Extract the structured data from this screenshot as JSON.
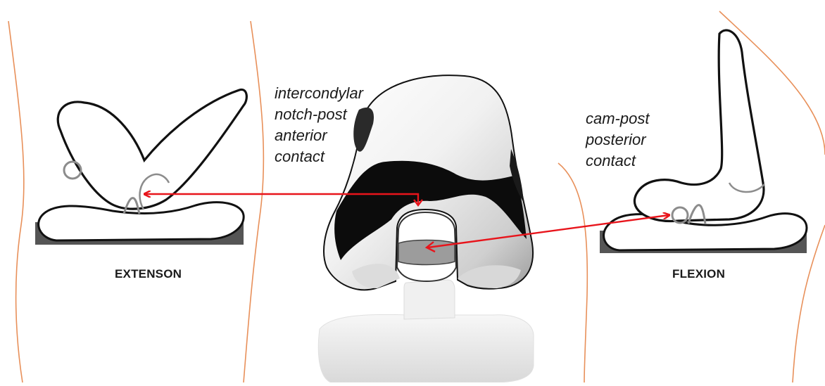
{
  "labels": {
    "notch_note": [
      "intercondylar",
      "notch-post",
      "anterior",
      "contact"
    ],
    "cam_note": [
      "cam-post",
      "posterior",
      "contact"
    ],
    "extension_caption": "EXTENSON",
    "flexion_caption": "FLEXION"
  },
  "colors": {
    "leg_outline": "#e8905a",
    "arrow": "#e8141b",
    "drawing_line": "#111111",
    "gray_detail": "#8c8c8c",
    "base_block": "#555555"
  }
}
